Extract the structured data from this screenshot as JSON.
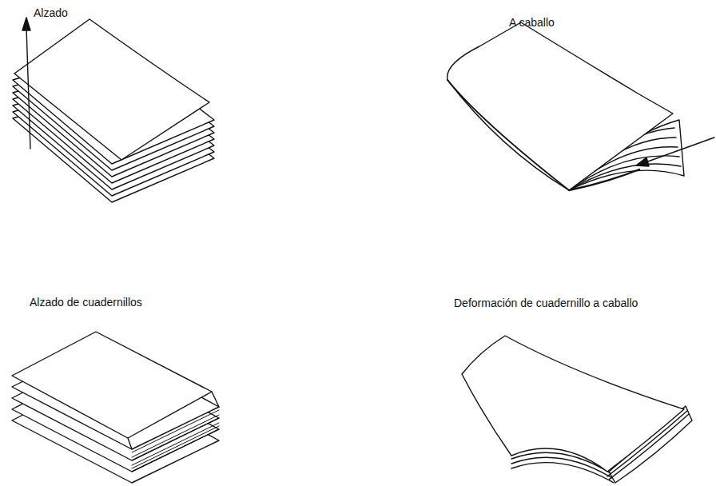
{
  "diagram": {
    "labels": [
      "Alzado",
      "A caballo",
      "Alzado de cuadernillos",
      "Deformación de cuadernillo a caballo"
    ]
  }
}
